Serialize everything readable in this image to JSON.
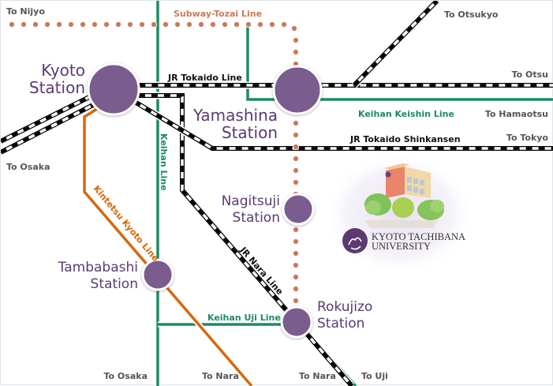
{
  "colors": {
    "station": "#7a5c8e",
    "station_text": "#5b3a72",
    "keihan": "#1e8a65",
    "kintetsu": "#d4690f",
    "subway": "#c97a58",
    "jr": "#000000",
    "dest_text": "#555555"
  },
  "lines": {
    "subway_tozai": "Subway-Tozai Line",
    "jr_tokaido": "JR Tokaido Line",
    "keihan_keishin": "Keihan Keishin Line",
    "jr_shinkansen": "JR Tokaido Shinkansen",
    "keihan": "Keihan Line",
    "kintetsu_kyoto": "Kintetsu Kyoto Line",
    "jr_nara": "JR Nara Line",
    "keihan_uji": "Keihan Uji Line"
  },
  "destinations": {
    "nijyo": "To Nijyo",
    "otsukyo": "To Otsukyo",
    "otsu": "To Otsu",
    "hamaotsu": "To Hamaotsu",
    "tokyo": "To Tokyo",
    "osaka_jr": "To Osaka",
    "osaka_keihan": "To Osaka",
    "nara_kintetsu": "To Nara",
    "nara_jr": "To Nara",
    "uji": "To Uji"
  },
  "stations": {
    "kyoto": [
      "Kyoto",
      "Station"
    ],
    "yamashina": [
      "Yamashina",
      "Station"
    ],
    "nagitsuji": [
      "Nagitsuji",
      "Station"
    ],
    "tambabashi": [
      "Tambabashi",
      "Station"
    ],
    "rokujizo": [
      "Rokujizo",
      "Station"
    ]
  },
  "university": {
    "name_line1": "KYOTO TACHIBANA",
    "name_line2": "UNIVERSITY"
  }
}
